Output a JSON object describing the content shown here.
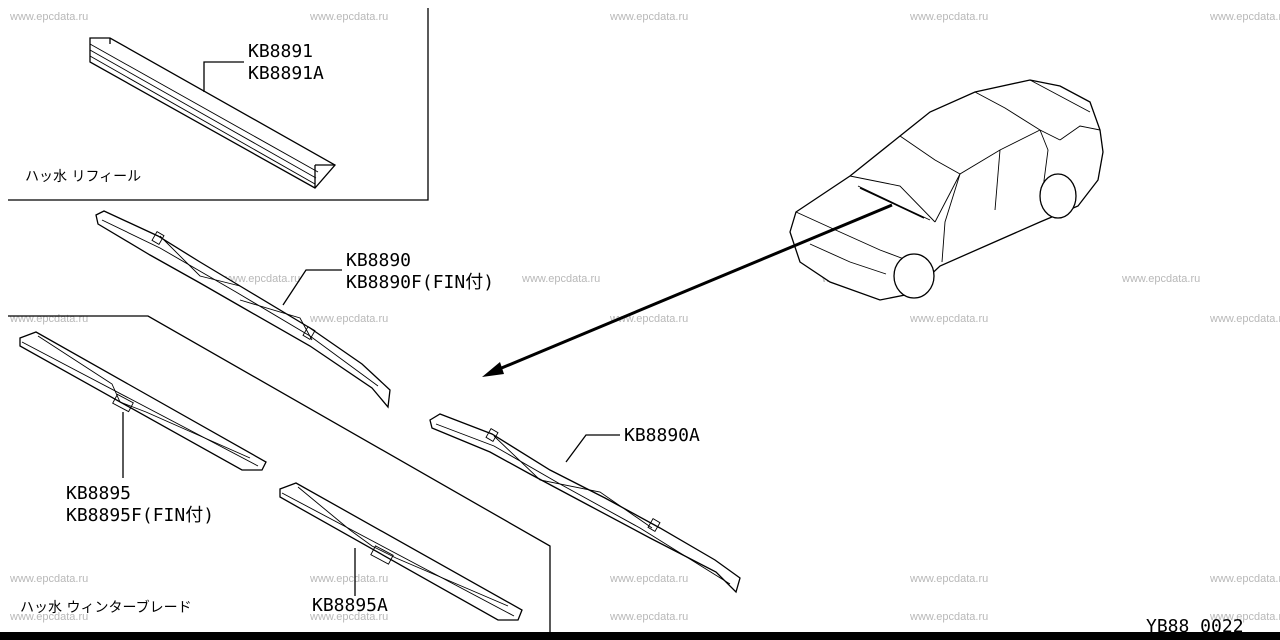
{
  "watermark": "www.epcdata.ru",
  "labels": {
    "refill_parts": [
      "KB8891",
      "KB8891A"
    ],
    "refill_caption": "ハッ水 リフィール",
    "front_blade_parts": [
      "KB8890",
      "KB8890F(FIN付)"
    ],
    "right_blade_part": "KB8890A",
    "winter_blade_parts": [
      "KB8895",
      "KB8895F(FIN付)"
    ],
    "winter_blade_part_a": "KB8895A",
    "winter_caption": "ハッ水 ウィンターブレード",
    "diagram_code": "YB88 0022"
  },
  "icons": {
    "car": "sedan-car-icon",
    "refill": "wiper-refill-icon",
    "blade": "wiper-blade-icon"
  }
}
